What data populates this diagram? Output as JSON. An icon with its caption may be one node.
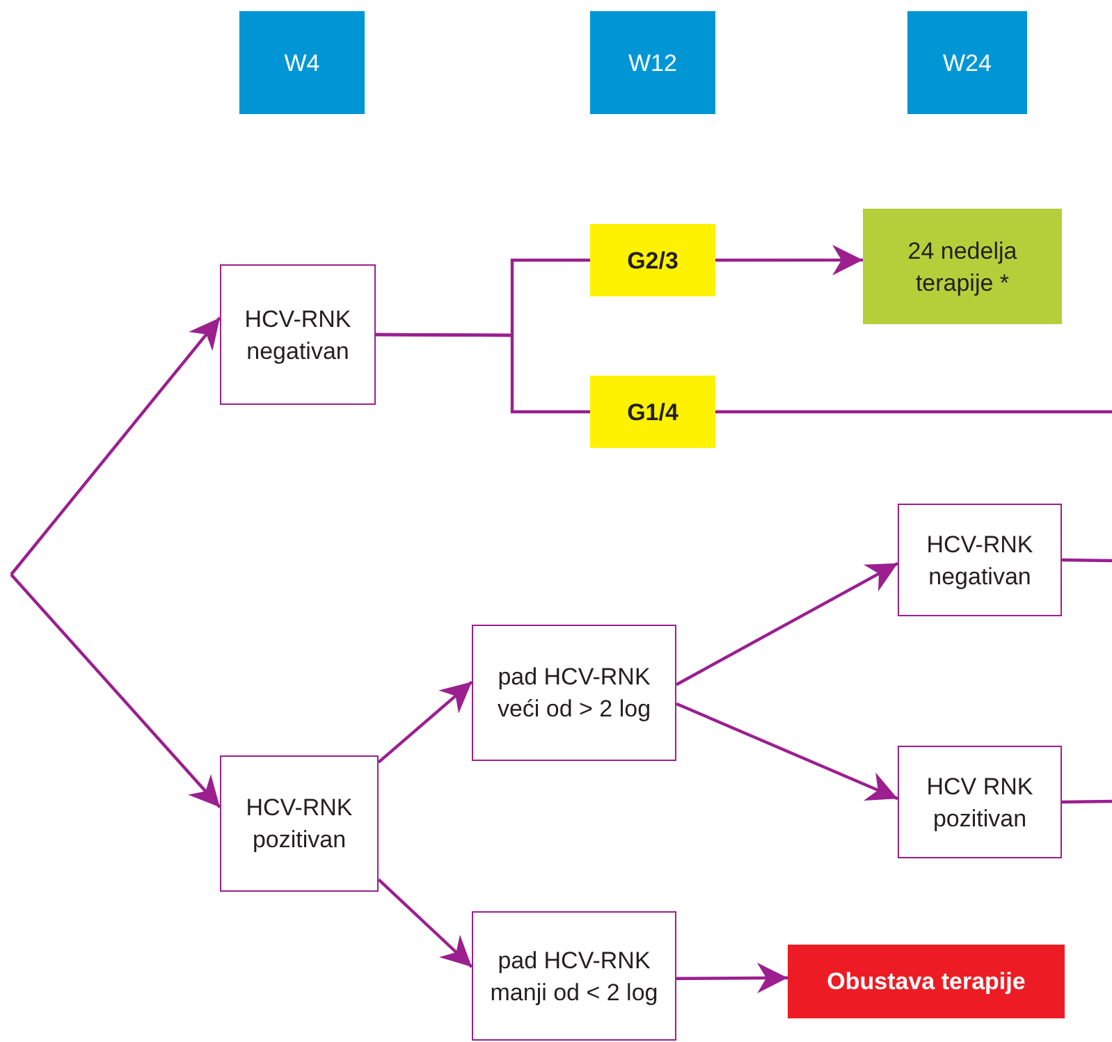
{
  "diagram": {
    "nodes": [
      {
        "text": [
          "W4"
        ]
      },
      {
        "text": [
          "W12"
        ]
      },
      {
        "text": [
          "W24"
        ]
      },
      {
        "text": [
          "HCV-RNK negativan"
        ]
      },
      {
        "text": [
          "G2/3"
        ]
      },
      {
        "text": [
          "24 nedelja terapije *"
        ]
      },
      {
        "text": [
          "G1/4"
        ]
      },
      {
        "text": [
          "HCV-RNK pozitivan"
        ]
      },
      {
        "text": [
          "pad HCV-RNK veći od > 2 log"
        ]
      },
      {
        "text": [
          "HCV-RNK negativan"
        ]
      },
      {
        "text": [
          "HCV RNK pozitivan"
        ]
      },
      {
        "text": [
          "pad HCV-RNK manji od < 2 log"
        ]
      },
      {
        "text": [
          "Obustava terapije"
        ]
      }
    ],
    "edges": [
      {
        "from": null,
        "to": 3,
        "arrow": "to"
      },
      {
        "from": null,
        "to": 7,
        "arrow": "to"
      },
      {
        "from": 3,
        "to": 4,
        "arrow": "none"
      },
      {
        "from": 3,
        "to": 6,
        "arrow": "none"
      },
      {
        "from": 4,
        "to": 5,
        "arrow": "to"
      },
      {
        "from": 6,
        "to": null,
        "arrow": "none"
      },
      {
        "from": 7,
        "to": 8,
        "arrow": "to"
      },
      {
        "from": 7,
        "to": 11,
        "arrow": "to"
      },
      {
        "from": 8,
        "to": 9,
        "arrow": "to"
      },
      {
        "from": 8,
        "to": 10,
        "arrow": "to"
      },
      {
        "from": 9,
        "to": null,
        "arrow": "none"
      },
      {
        "from": 10,
        "to": null,
        "arrow": "none"
      },
      {
        "from": 11,
        "to": 12,
        "arrow": "to"
      }
    ]
  }
}
